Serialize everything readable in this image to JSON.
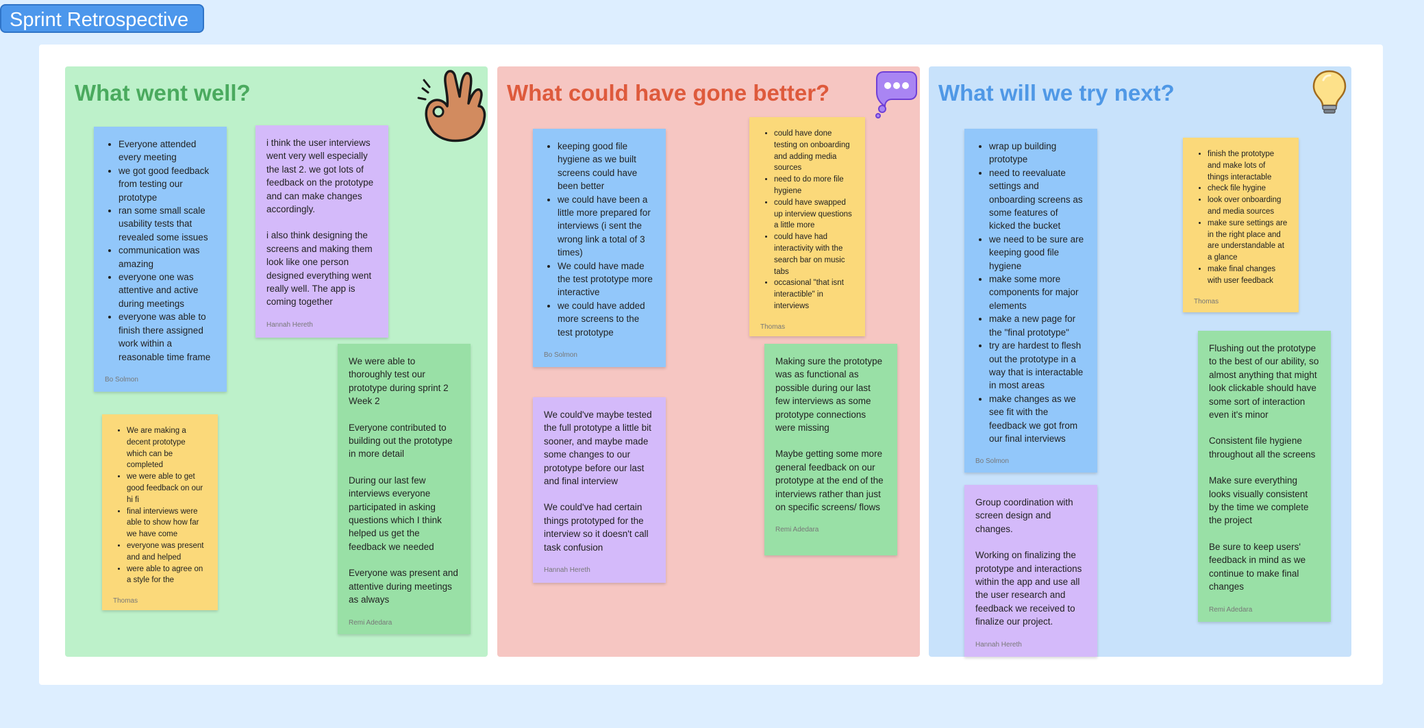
{
  "app_title": "Sprint Retrospective",
  "colors": {
    "went_well_bg": "#bdf1ca",
    "better_bg": "#f6c6c2",
    "next_bg": "#c8e2fb"
  },
  "columns": {
    "went_well": {
      "title": "What went well?",
      "icon": "ok-hand-icon",
      "notes": {
        "bo": {
          "items": [
            "Everyone attended every meeting",
            "we got good feedback from testing our prototype",
            "ran some small scale usability tests that revealed some issues",
            "communication was amazing",
            "everyone one was attentive and active during meetings",
            "everyone was able to finish there assigned work within a reasonable time frame"
          ],
          "author": "Bo Solmon"
        },
        "hannah": {
          "paragraphs": [
            "i think the user interviews went very well especially the last 2. we got lots of feedback on the prototype and can make changes accordingly.",
            "i also think designing the screens and making them look like one person designed everything went really well. The app is coming together"
          ],
          "author": "Hannah Hereth"
        },
        "thomas": {
          "items": [
            "We are making a decent prototype which can be completed",
            "we were able to get good feedback on our hi fi",
            "final interviews were able to show how far we have come",
            "everyone was present and and helped",
            "were able to agree on a style for the"
          ],
          "author": "Thomas"
        },
        "remi": {
          "paragraphs": [
            "We were able  to thoroughly test our prototype during sprint 2 Week 2",
            "Everyone contributed to building out the prototype in more detail",
            "During our last few interviews everyone participated in asking questions which I think helped us get the feedback we needed",
            "Everyone was present and attentive during meetings as always"
          ],
          "author": "Remi Adedara"
        }
      }
    },
    "better": {
      "title": "What could have gone better?",
      "icon": "thought-bubble-icon",
      "notes": {
        "bo": {
          "items": [
            "keeping good file hygiene as we built screens could have been better",
            "we could have been a little more prepared for interviews (i sent the wrong link a total of 3 times)",
            "We could have made the test prototype more interactive",
            "we could have added more screens to the test prototype"
          ],
          "author": "Bo Solmon"
        },
        "thomas": {
          "items": [
            "could have done testing on onboarding and adding media sources",
            "need to do more file hygiene",
            "could have swapped up interview questions a little more",
            "could have had interactivity with the search bar on music tabs",
            "occasional \"that isnt interactible\" in interviews"
          ],
          "author": "Thomas"
        },
        "hannah": {
          "paragraphs": [
            "We could've maybe tested the full prototype a little bit sooner, and maybe made some changes to our prototype before our last and final interview",
            "We could've had certain things prototyped for the interview so it doesn't call task confusion"
          ],
          "author": "Hannah Hereth"
        },
        "remi": {
          "paragraphs": [
            "Making sure the prototype was as functional as possible during our last few interviews as some prototype connections were missing",
            "Maybe getting some more general feedback on our prototype at the end of the interviews rather than just on specific screens/ flows"
          ],
          "author": "Remi Adedara"
        }
      }
    },
    "next": {
      "title": "What will we try next?",
      "icon": "light-bulb-icon",
      "notes": {
        "bo": {
          "items": [
            "wrap up building prototype",
            "need to reevaluate settings and onboarding screens as some features of kicked the bucket",
            "we need to be sure are keeping good file hygiene",
            "make some more components for major elements",
            "make a new page for the \"final prototype\"",
            "try are hardest to flesh out the prototype in a way that is interactable in most areas",
            "make changes as we see fit with the feedback we got from our final interviews"
          ],
          "author": "Bo Solmon"
        },
        "thomas": {
          "items": [
            "finish the prototype and make lots of things interactable",
            "check file hygine",
            "look over onboarding and media sources",
            "make sure settings are in the right place and are understandable at a glance",
            "make final changes with user feedback"
          ],
          "author": "Thomas"
        },
        "hannah": {
          "paragraphs": [
            "Group coordination with screen design and changes.",
            "Working on finalizing the prototype and interactions within the app and use all the user research and feedback we received to finalize our project."
          ],
          "author": "Hannah Hereth"
        },
        "remi": {
          "paragraphs": [
            "Flushing out the prototype to the best of our ability, so almost anything that might look clickable should have some sort of interaction even it's minor",
            "Consistent file hygiene throughout all the screens",
            "Make sure everything looks visually consistent by the time we complete the project",
            "Be sure to keep users' feedback in mind as we continue to make final changes"
          ],
          "author": "Remi Adedara"
        }
      }
    }
  }
}
